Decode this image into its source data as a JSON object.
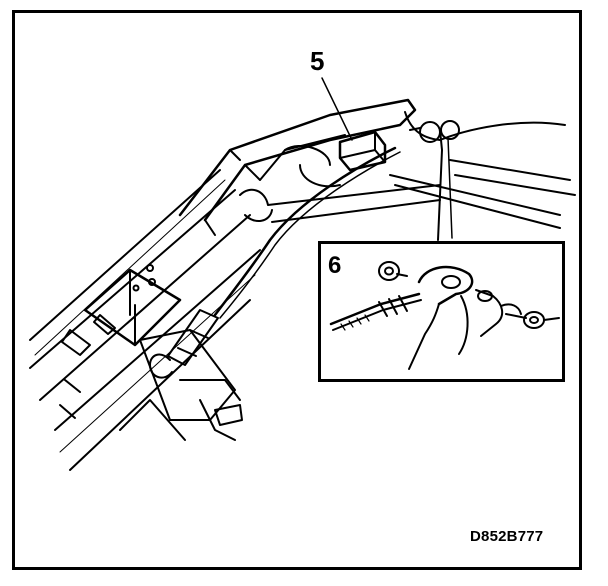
{
  "callouts": {
    "part_5": "5",
    "part_6": "6"
  },
  "reference_code": "D852B777",
  "colors": {
    "ink": "#000000",
    "paper": "#ffffff"
  }
}
